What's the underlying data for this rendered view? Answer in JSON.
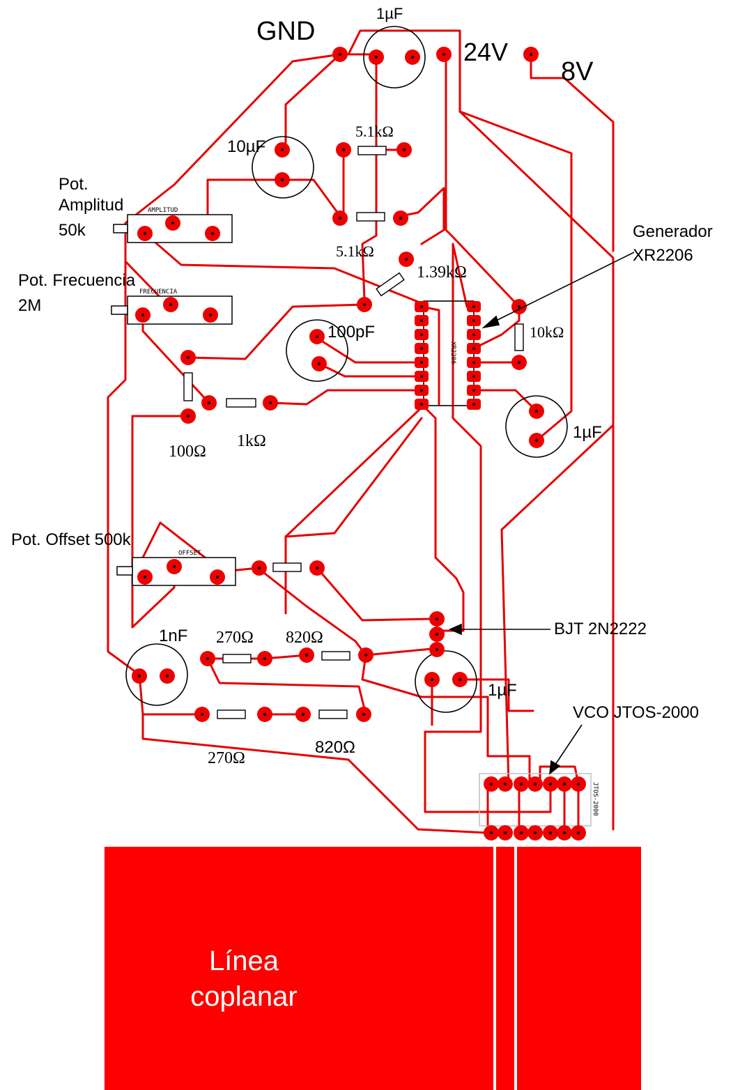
{
  "labels": {
    "gnd": "GND",
    "v24": "24V",
    "v8": "8V",
    "cap_top": "1µF",
    "cap_10u": "10µF",
    "res_51k_top": "5.1kΩ",
    "res_51k_mid": "5.1kΩ",
    "res_139k": "1.39kΩ",
    "pot_amp_line1": "Pot.",
    "pot_amp_line2": "Amplitud",
    "pot_amp_line3": "50k",
    "pot_freq_line1": "Pot. Frecuencia",
    "pot_freq_line2": "2M",
    "gen_line1": "Generador",
    "gen_line2": "XR2206",
    "cap_100p": "100pF",
    "res_10k": "10kΩ",
    "res_100": "100Ω",
    "res_1k": "1kΩ",
    "cap_right": "1µF",
    "pot_offset": "Pot. Offset 500k",
    "bjt": "BJT 2N2222",
    "cap_1n": "1nF",
    "res_270_top": "270Ω",
    "res_820_top": "820Ω",
    "cap_bottom": "1µF",
    "vco": "VCO JTOS-2000",
    "res_270_bot": "270Ω",
    "res_820_bot": "820Ω",
    "line1": "Línea",
    "line2": "coplanar"
  },
  "silkscreen": {
    "amplitud": "AMPLITUD",
    "frecuencia": "FRECUENCIA",
    "offset": "OFFSET",
    "xr2206": "XR2206",
    "jtos": "JTOS-2000"
  },
  "colors": {
    "copper": "#e60000",
    "ground_plane": "#ff0000",
    "pad_center": "#111111"
  }
}
